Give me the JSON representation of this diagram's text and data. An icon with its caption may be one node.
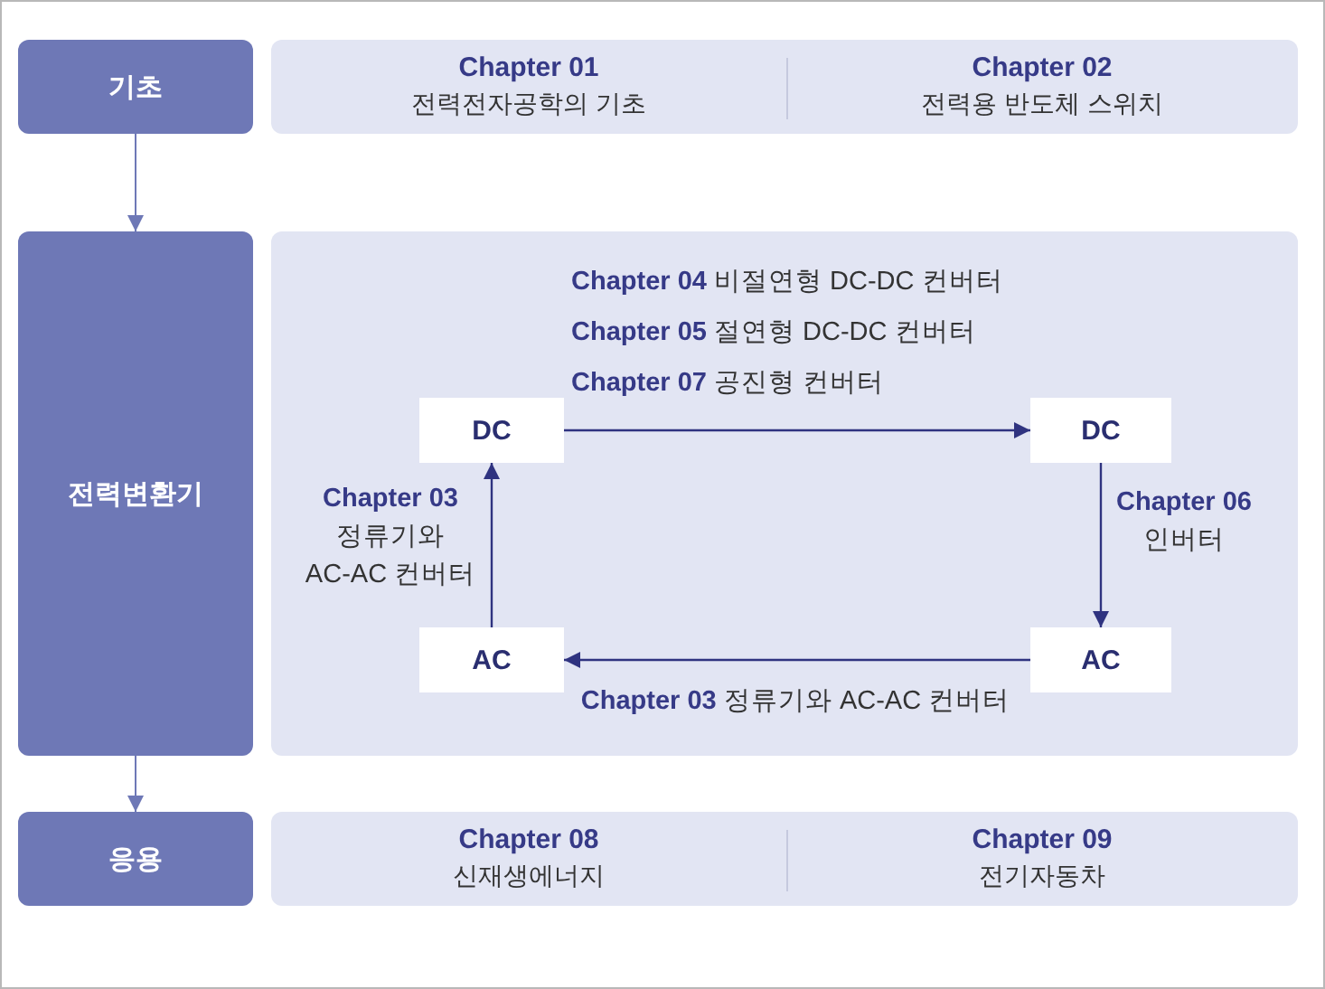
{
  "diagram": {
    "nodes": [
      {
        "text": [
          "기초"
        ]
      },
      {
        "text": [],
        "shape": "box"
      },
      {
        "text": [
          "Chapter 01",
          "전력전자공학의 기초"
        ],
        "in": 1
      },
      {
        "text": [
          "Chapter 02",
          "전력용 반도체 스위치"
        ],
        "in": 1
      },
      {
        "text": [
          "전력변환기"
        ]
      },
      {
        "text": [],
        "shape": "box"
      },
      {
        "text": [
          "DC"
        ],
        "in": 5
      },
      {
        "text": [
          "DC"
        ],
        "in": 5
      },
      {
        "text": [
          "AC"
        ],
        "in": 5
      },
      {
        "text": [
          "AC"
        ],
        "in": 5
      },
      {
        "text": [
          "응용"
        ]
      },
      {
        "text": [],
        "shape": "box"
      },
      {
        "text": [
          "Chapter 08",
          "신재생에너지"
        ],
        "in": 11
      },
      {
        "text": [
          "Chapter 09",
          "전기자동차"
        ],
        "in": 11
      }
    ],
    "edges": [
      {
        "from": 0,
        "to": 4,
        "arrow": "to",
        "color": "#6e78b6"
      },
      {
        "from": 4,
        "to": 10,
        "arrow": "to",
        "color": "#6e78b6"
      },
      {
        "from": 6,
        "to": 7,
        "arrow": "to"
      },
      {
        "from": 7,
        "to": 8,
        "arrow": "to",
        "label": "**Chapter 06** 인버터"
      },
      {
        "from": 8,
        "to": 9,
        "arrow": "to",
        "label": "**Chapter 03** 정류기와 AC-AC 컨버터"
      },
      {
        "from": 9,
        "to": 6,
        "arrow": "to",
        "label": "**Chapter 03** 정류기와 AC-AC 컨버터"
      }
    ],
    "labels": [
      "**Chapter 04** 비절연형 DC-DC 컨버터",
      "**Chapter 05** 절연형 DC-DC 컨버터",
      "**Chapter 07** 공진형 컨버터"
    ]
  }
}
